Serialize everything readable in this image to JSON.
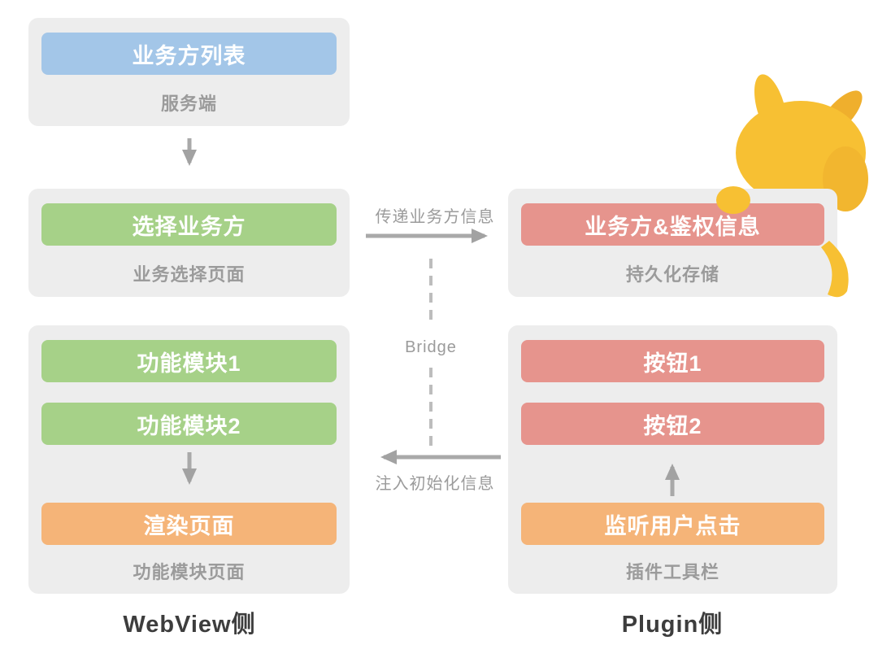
{
  "webview": {
    "side_label": "WebView侧",
    "server": {
      "box": "业务方列表",
      "caption": "服务端"
    },
    "select": {
      "box": "选择业务方",
      "caption": "业务选择页面"
    },
    "modules": {
      "box1": "功能模块1",
      "box2": "功能模块2",
      "render": "渲染页面",
      "caption": "功能模块页面"
    }
  },
  "plugin": {
    "side_label": "Plugin侧",
    "auth": {
      "box": "业务方&鉴权信息",
      "caption": "持久化存储"
    },
    "toolbar": {
      "button1": "按钮1",
      "button2": "按钮2",
      "listen": "监听用户点击",
      "caption": "插件工具栏"
    }
  },
  "edges": {
    "pass_label": "传递业务方信息",
    "bridge_label": "Bridge",
    "inject_label": "注入初始化信息"
  },
  "colors": {
    "blue": "#a3c6e8",
    "green": "#a6d188",
    "red": "#e6948d",
    "orange": "#f5b478",
    "container": "#ededed",
    "caption": "#9b9b9b",
    "arrow": "#a9a9a9",
    "mascot": "#f7c033",
    "mascot-dark": "#efaf2d"
  }
}
